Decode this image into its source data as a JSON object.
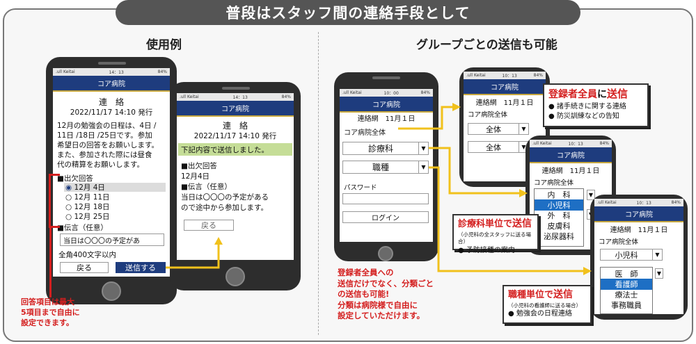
{
  "banner": "普段はスタッフ間の連絡手段として",
  "left_section_title": "使用例",
  "right_section_title": "グループごとの送信も可能",
  "status": {
    "carrier": ".ull Keitai",
    "time_a": "14：13",
    "battery_a": "84%",
    "time_b": "10：00",
    "time_c": "10：13"
  },
  "hospital": "コア病院",
  "phone1": {
    "heading": "連　絡",
    "datetime": "2022/11/17  14:10 発行",
    "body": [
      "12月の勉強会の日程は、4日 /",
      "11日 /18日 /25日です。参加",
      "希望日の回答をお願いします。",
      "また、参加された際には昼食",
      "代の精算をお願いします。"
    ],
    "attendance_label": "■出欠回答",
    "options": [
      "12月 4日",
      "12月 11日",
      "12月 18日",
      "12月 25日"
    ],
    "message_label": "■伝言（任意）",
    "message_value": "当日は〇〇〇の予定があ",
    "char_limit": "全角400文字以内",
    "back": "戻る",
    "send": "送信する"
  },
  "phone2": {
    "heading": "連　絡",
    "datetime": "2022/11/17  14:10 発行",
    "sent_msg": "下記内容で送信しました。",
    "attendance_label": "■出欠回答",
    "attendance_value": "12月4日",
    "message_label": "■伝言（任意）",
    "message_lines": [
      "当日は〇〇〇の予定がある",
      "ので途中から参加します。"
    ],
    "back": "戻る"
  },
  "left_note": [
    "回答項目は最大",
    "5項目まで自由に",
    "設定できます。"
  ],
  "phone3": {
    "title": "連絡網　11月１日",
    "all": "コア病院全体",
    "select1": "診療科",
    "select2": "職種",
    "password_label": "パスワード",
    "login": "ログイン"
  },
  "phone4": {
    "title": "連絡網　11月１日",
    "all": "コア病院全体",
    "select1": "全体",
    "select2": "全体"
  },
  "phone5": {
    "title": "連絡網　11月１日",
    "all": "コア病院全体",
    "list": [
      "内　科",
      "小児科",
      "外　科",
      "皮膚科",
      "泌尿器科"
    ]
  },
  "phone6": {
    "title": "連絡網　11月１日",
    "all": "コア病院全体",
    "select1": "小児科",
    "list": [
      "医　師",
      "看護師",
      "療法士",
      "事務職員"
    ]
  },
  "callout1": {
    "title_a": "登録者全員",
    "title_b": "に",
    "title_c": "送信",
    "items": [
      "● 諸手続きに関する連絡",
      "● 防災訓練などの告知"
    ]
  },
  "callout2": {
    "title_a": "診療科単位で",
    "title_b": "送信",
    "sub": "（小児科の全スタッフに送る場合）",
    "items": [
      "● 予防接種の案内"
    ]
  },
  "callout3": {
    "title_a": "職種単位で",
    "title_b": "送信",
    "sub": "（小児科の看護師に送る場合）",
    "items": [
      "● 勉強会の日程連絡"
    ]
  },
  "right_note": [
    "登録者全員への",
    "送信だけでなく、分類ごと",
    "の送信も可能!",
    "分類は病院様で自由に",
    "設定していただけます。"
  ]
}
